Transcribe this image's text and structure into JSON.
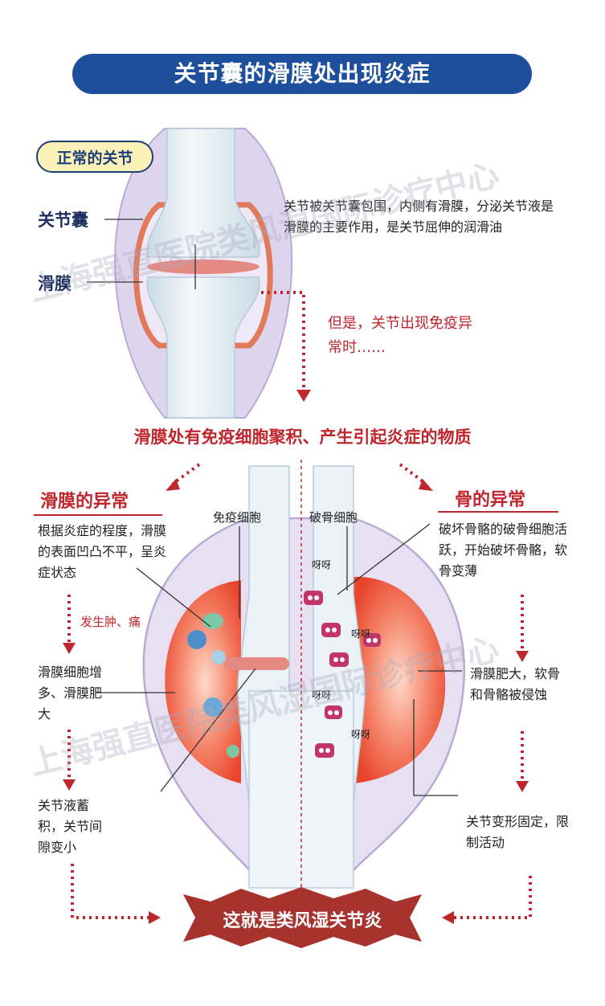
{
  "title": "关节囊的滑膜处出现炎症",
  "normal_joint": {
    "badge": "正常的关节",
    "label_capsule": "关节囊",
    "label_synovium": "滑膜",
    "description": "关节被关节囊包围，内侧有滑膜，分泌关节液是滑膜的主要作用，是关节屈伸的润滑油",
    "transition": "但是，关节出现免疫异常时……"
  },
  "headline": "滑膜处有免疫细胞聚积、产生引起炎症的物质",
  "left": {
    "heading": "滑膜的异常",
    "text1": "根据炎症的程度，滑膜的表面凹凸不平，呈炎症状态",
    "symptom": "发生肿、痛",
    "text2": "滑膜细胞增多、滑膜肥大",
    "text3": "关节液蓄积，关节间隙变小"
  },
  "right": {
    "heading": "骨的异常",
    "text1": "破坏骨骼的破骨细胞活跃，开始破坏骨骼，软骨变薄",
    "text2": "滑膜肥大，软骨和骨骼被侵蚀",
    "text3": "关节变形固定，限制活动"
  },
  "cells": {
    "immune": "免疫细胞",
    "osteoclast": "破骨细胞",
    "yaya": "呀呀"
  },
  "conclusion": "这就是类风湿关节炎",
  "watermark": "上海强直医院类风湿国际诊疗中心",
  "colors": {
    "navy": "#1d4f9c",
    "red": "#c0262d",
    "badge_yellow": "#fcf2b8",
    "bone": "#e6f0f6",
    "capsule": "#ddd5ee",
    "inflamed": "#f05a40"
  }
}
